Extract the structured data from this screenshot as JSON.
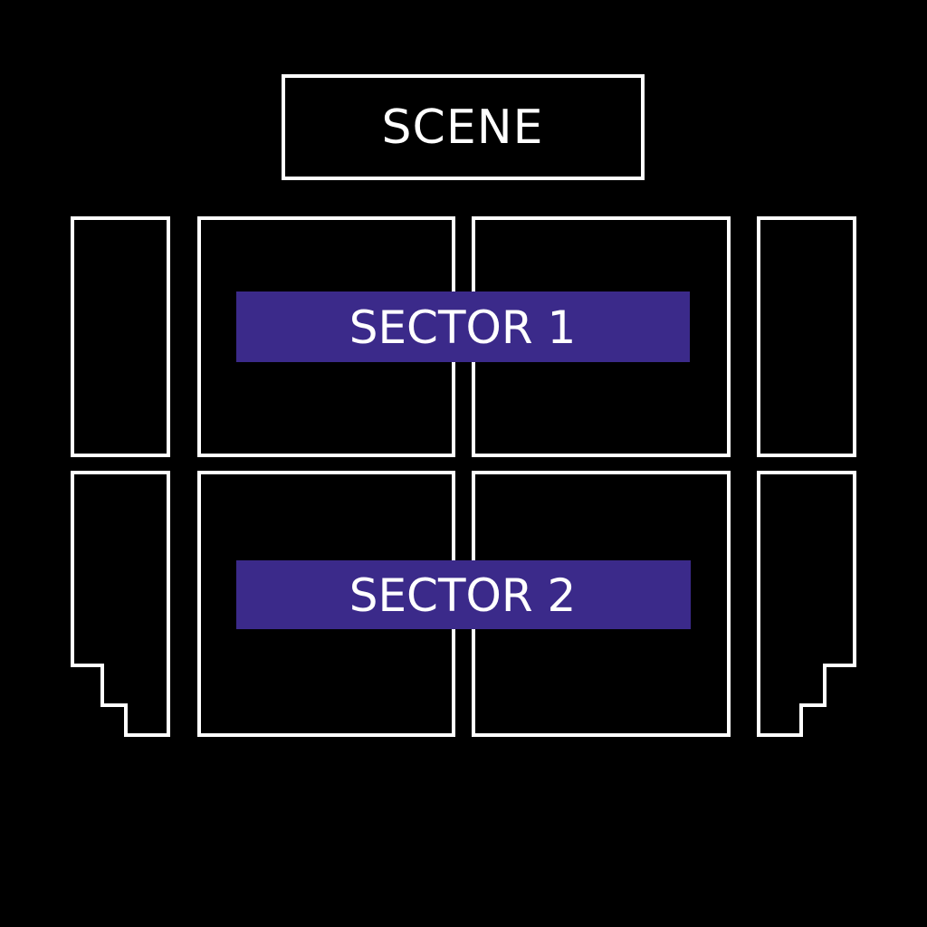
{
  "scene": {
    "label": "SCENE"
  },
  "sectors": [
    {
      "id": "sector-1",
      "label": "SECTOR 1"
    },
    {
      "id": "sector-2",
      "label": "SECTOR 2"
    }
  ],
  "colors": {
    "background": "#000000",
    "outline": "#ffffff",
    "sector_banner": "#3b2a8a",
    "text": "#ffffff"
  }
}
